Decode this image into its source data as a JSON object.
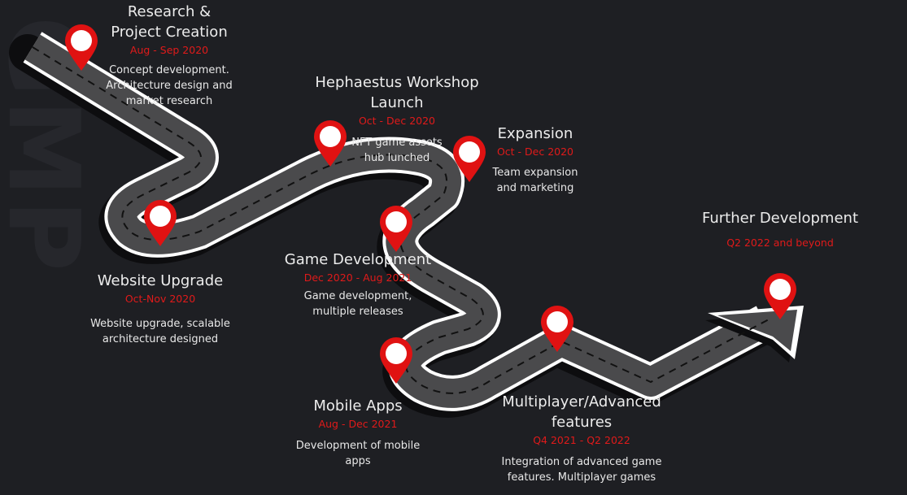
{
  "background_word": "GMP",
  "colors": {
    "road": "#4a4a4c",
    "road_edge": "#ffffff",
    "pin": "#e01212",
    "date": "#e01a1a",
    "background": "#1e1f23"
  },
  "milestones": [
    {
      "title": "Research &\nProject Creation",
      "date": "Aug - Sep 2020",
      "description": "Concept development.\nArchitecture design and\nmarket research"
    },
    {
      "title": "Hephaestus Workshop\nLaunch",
      "date": "Oct - Dec 2020",
      "description": "NFT game assets\nhub lunched"
    },
    {
      "title": "Expansion",
      "date": "Oct - Dec 2020",
      "description": "Team expansion\nand marketing"
    },
    {
      "title": "Website Upgrade",
      "date": "Oct-Nov 2020",
      "description": "Website upgrade, scalable\narchitecture designed"
    },
    {
      "title": "Game Development",
      "date": "Dec 2020 - Aug 2021",
      "description": "Game development,\nmultiple releases"
    },
    {
      "title": "Mobile Apps",
      "date": "Aug - Dec 2021",
      "description": "Development of mobile\napps"
    },
    {
      "title": "Multiplayer/Advanced\nfeatures",
      "date": "Q4 2021 - Q2 2022",
      "description": "Integration of advanced game\nfeatures. Multiplayer games"
    },
    {
      "title": "Further Development",
      "date": "Q2 2022 and beyond",
      "description": ""
    }
  ]
}
